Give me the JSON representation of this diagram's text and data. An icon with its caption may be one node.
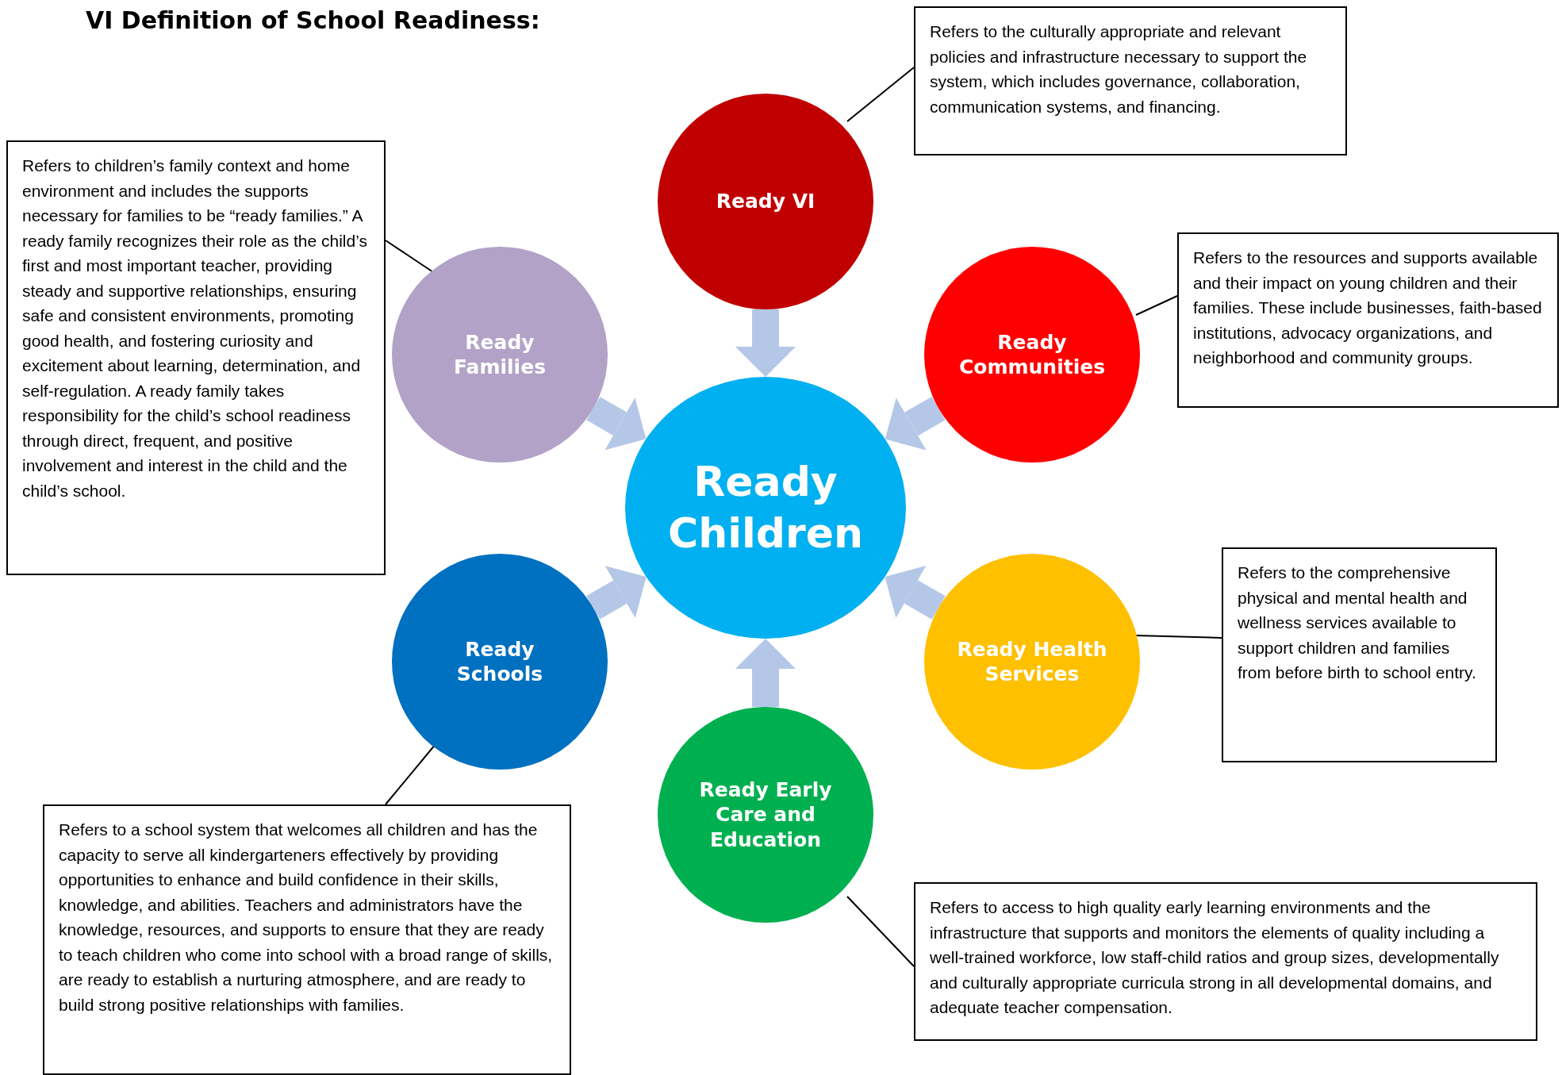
{
  "diagram": {
    "title": "VI Definition of School Readiness:",
    "nodes": [
      {
        "text": [
          "Ready Children"
        ]
      },
      {
        "text": [
          "Ready VI"
        ]
      },
      {
        "text": [
          "Ready Communities"
        ]
      },
      {
        "text": [
          "Ready Health Services"
        ]
      },
      {
        "text": [
          "Ready Early Care and Education"
        ]
      },
      {
        "text": [
          "Ready Schools"
        ]
      },
      {
        "text": [
          "Ready Families"
        ]
      },
      {
        "text": [
          "Refers to the culturally appropriate and relevant policies and infrastructure necessary to support the system, which includes governance, collaboration, communication systems, and financing."
        ]
      },
      {
        "text": [
          "Refers to the resources and supports available and their impact on young children and their families. These include businesses, faith-based institutions, advocacy organizations, and neighborhood and community groups."
        ]
      },
      {
        "text": [
          "Refers to the comprehensive physical and mental health and wellness services available to support children and families from before birth to school entry."
        ]
      },
      {
        "text": [
          "Refers to access to high quality early learning environments and the infrastructure that supports and monitors the elements of quality including a well-trained workforce, low staff-child ratios and group sizes, developmentally and culturally appropriate curricula strong in all developmental domains, and adequate teacher compensation."
        ]
      },
      {
        "text": [
          "Refers to a school system that welcomes all children and has the capacity to serve all kindergarteners effectively by providing opportunities to enhance and build confidence in their skills, knowledge, and abilities. Teachers and administrators have the knowledge, resources, and supports to ensure that they are ready to teach children who come into school with a broad range of skills, are ready to establish a nurturing atmosphere, and are ready to build strong positive relationships with families."
        ]
      },
      {
        "text": [
          "Refers to children’s family context and home environment and includes the supports necessary for families to be “ready families.” A ready family recognizes their role as the child’s first and most important teacher, providing steady and supportive relationships, ensuring safe and consistent environments, promoting good health, and fostering curiosity and excitement about learning, determination, and self-regulation. A ready family takes responsibility for the child’s school readiness through direct, frequent, and positive involvement and interest in the child and the child’s school."
        ]
      }
    ],
    "edges": [
      {
        "from": 1,
        "to": 0,
        "arrow": "to",
        "style": "thick",
        "color": "#b4c7e7"
      },
      {
        "from": 2,
        "to": 0,
        "arrow": "to",
        "style": "thick",
        "color": "#b4c7e7"
      },
      {
        "from": 3,
        "to": 0,
        "arrow": "to",
        "style": "thick",
        "color": "#b4c7e7"
      },
      {
        "from": 4,
        "to": 0,
        "arrow": "to",
        "style": "thick",
        "color": "#b4c7e7"
      },
      {
        "from": 5,
        "to": 0,
        "arrow": "to",
        "style": "thick",
        "color": "#b4c7e7"
      },
      {
        "from": 6,
        "to": 0,
        "arrow": "to",
        "style": "thick",
        "color": "#b4c7e7"
      },
      {
        "from": 7,
        "to": 1,
        "arrow": "none",
        "color": "#000000"
      },
      {
        "from": 8,
        "to": 2,
        "arrow": "none",
        "color": "#000000"
      },
      {
        "from": 9,
        "to": 3,
        "arrow": "none",
        "color": "#000000"
      },
      {
        "from": 10,
        "to": 4,
        "arrow": "none",
        "color": "#000000"
      },
      {
        "from": 11,
        "to": 5,
        "arrow": "none",
        "color": "#000000"
      },
      {
        "from": 12,
        "to": 6,
        "arrow": "none",
        "color": "#000000"
      }
    ]
  }
}
